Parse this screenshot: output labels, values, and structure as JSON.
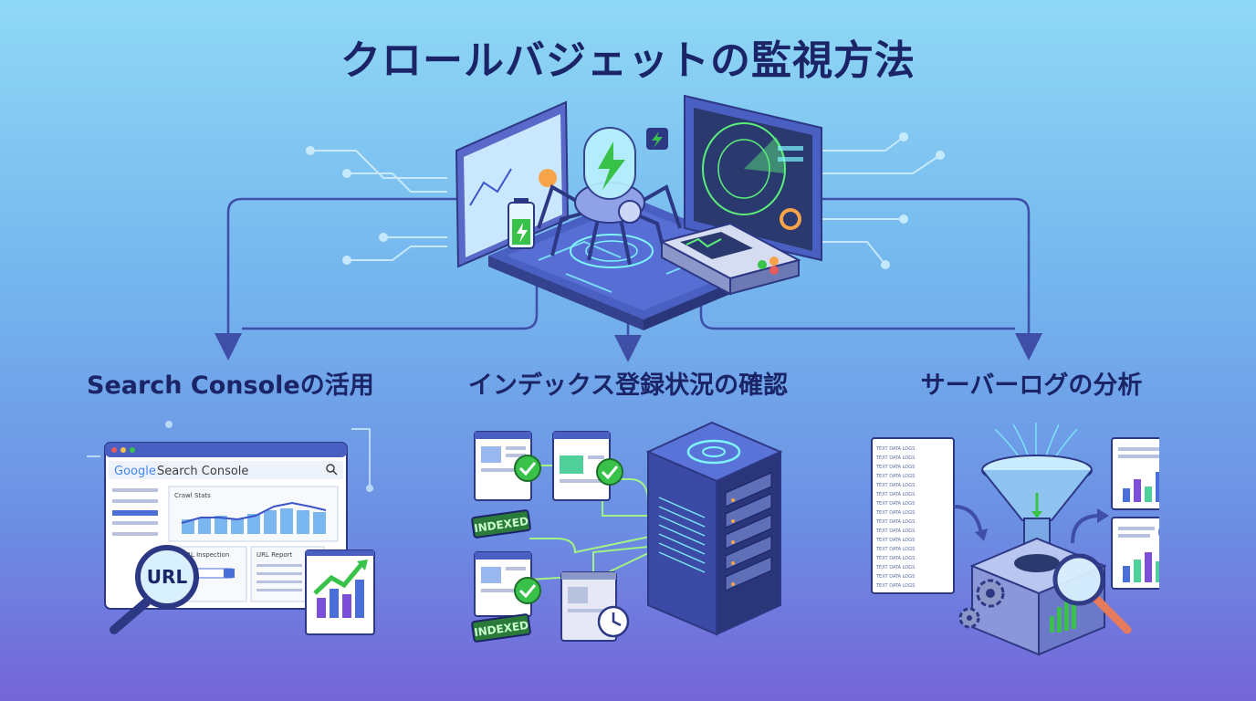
{
  "title": "クロールバジェットの監視方法",
  "sections": [
    {
      "label": "Search Consoleの活用"
    },
    {
      "label": "インデックス登録状況の確認"
    },
    {
      "label": "サーバーログの分析"
    }
  ],
  "search_console": {
    "logo_word": "Google",
    "product": "Search Console",
    "crawl_stats": "Crawl Stats",
    "url_inspection": "URL Inspection",
    "url_report": "URL Report",
    "magnifier_text": "URL"
  },
  "index": {
    "badge_1": "INDEXED",
    "badge_2": "INDEXED"
  },
  "colors": {
    "title": "#1a2467",
    "accent_green": "#38c24a",
    "accent_blue": "#3a56c8",
    "line": "#3f4fa8"
  }
}
